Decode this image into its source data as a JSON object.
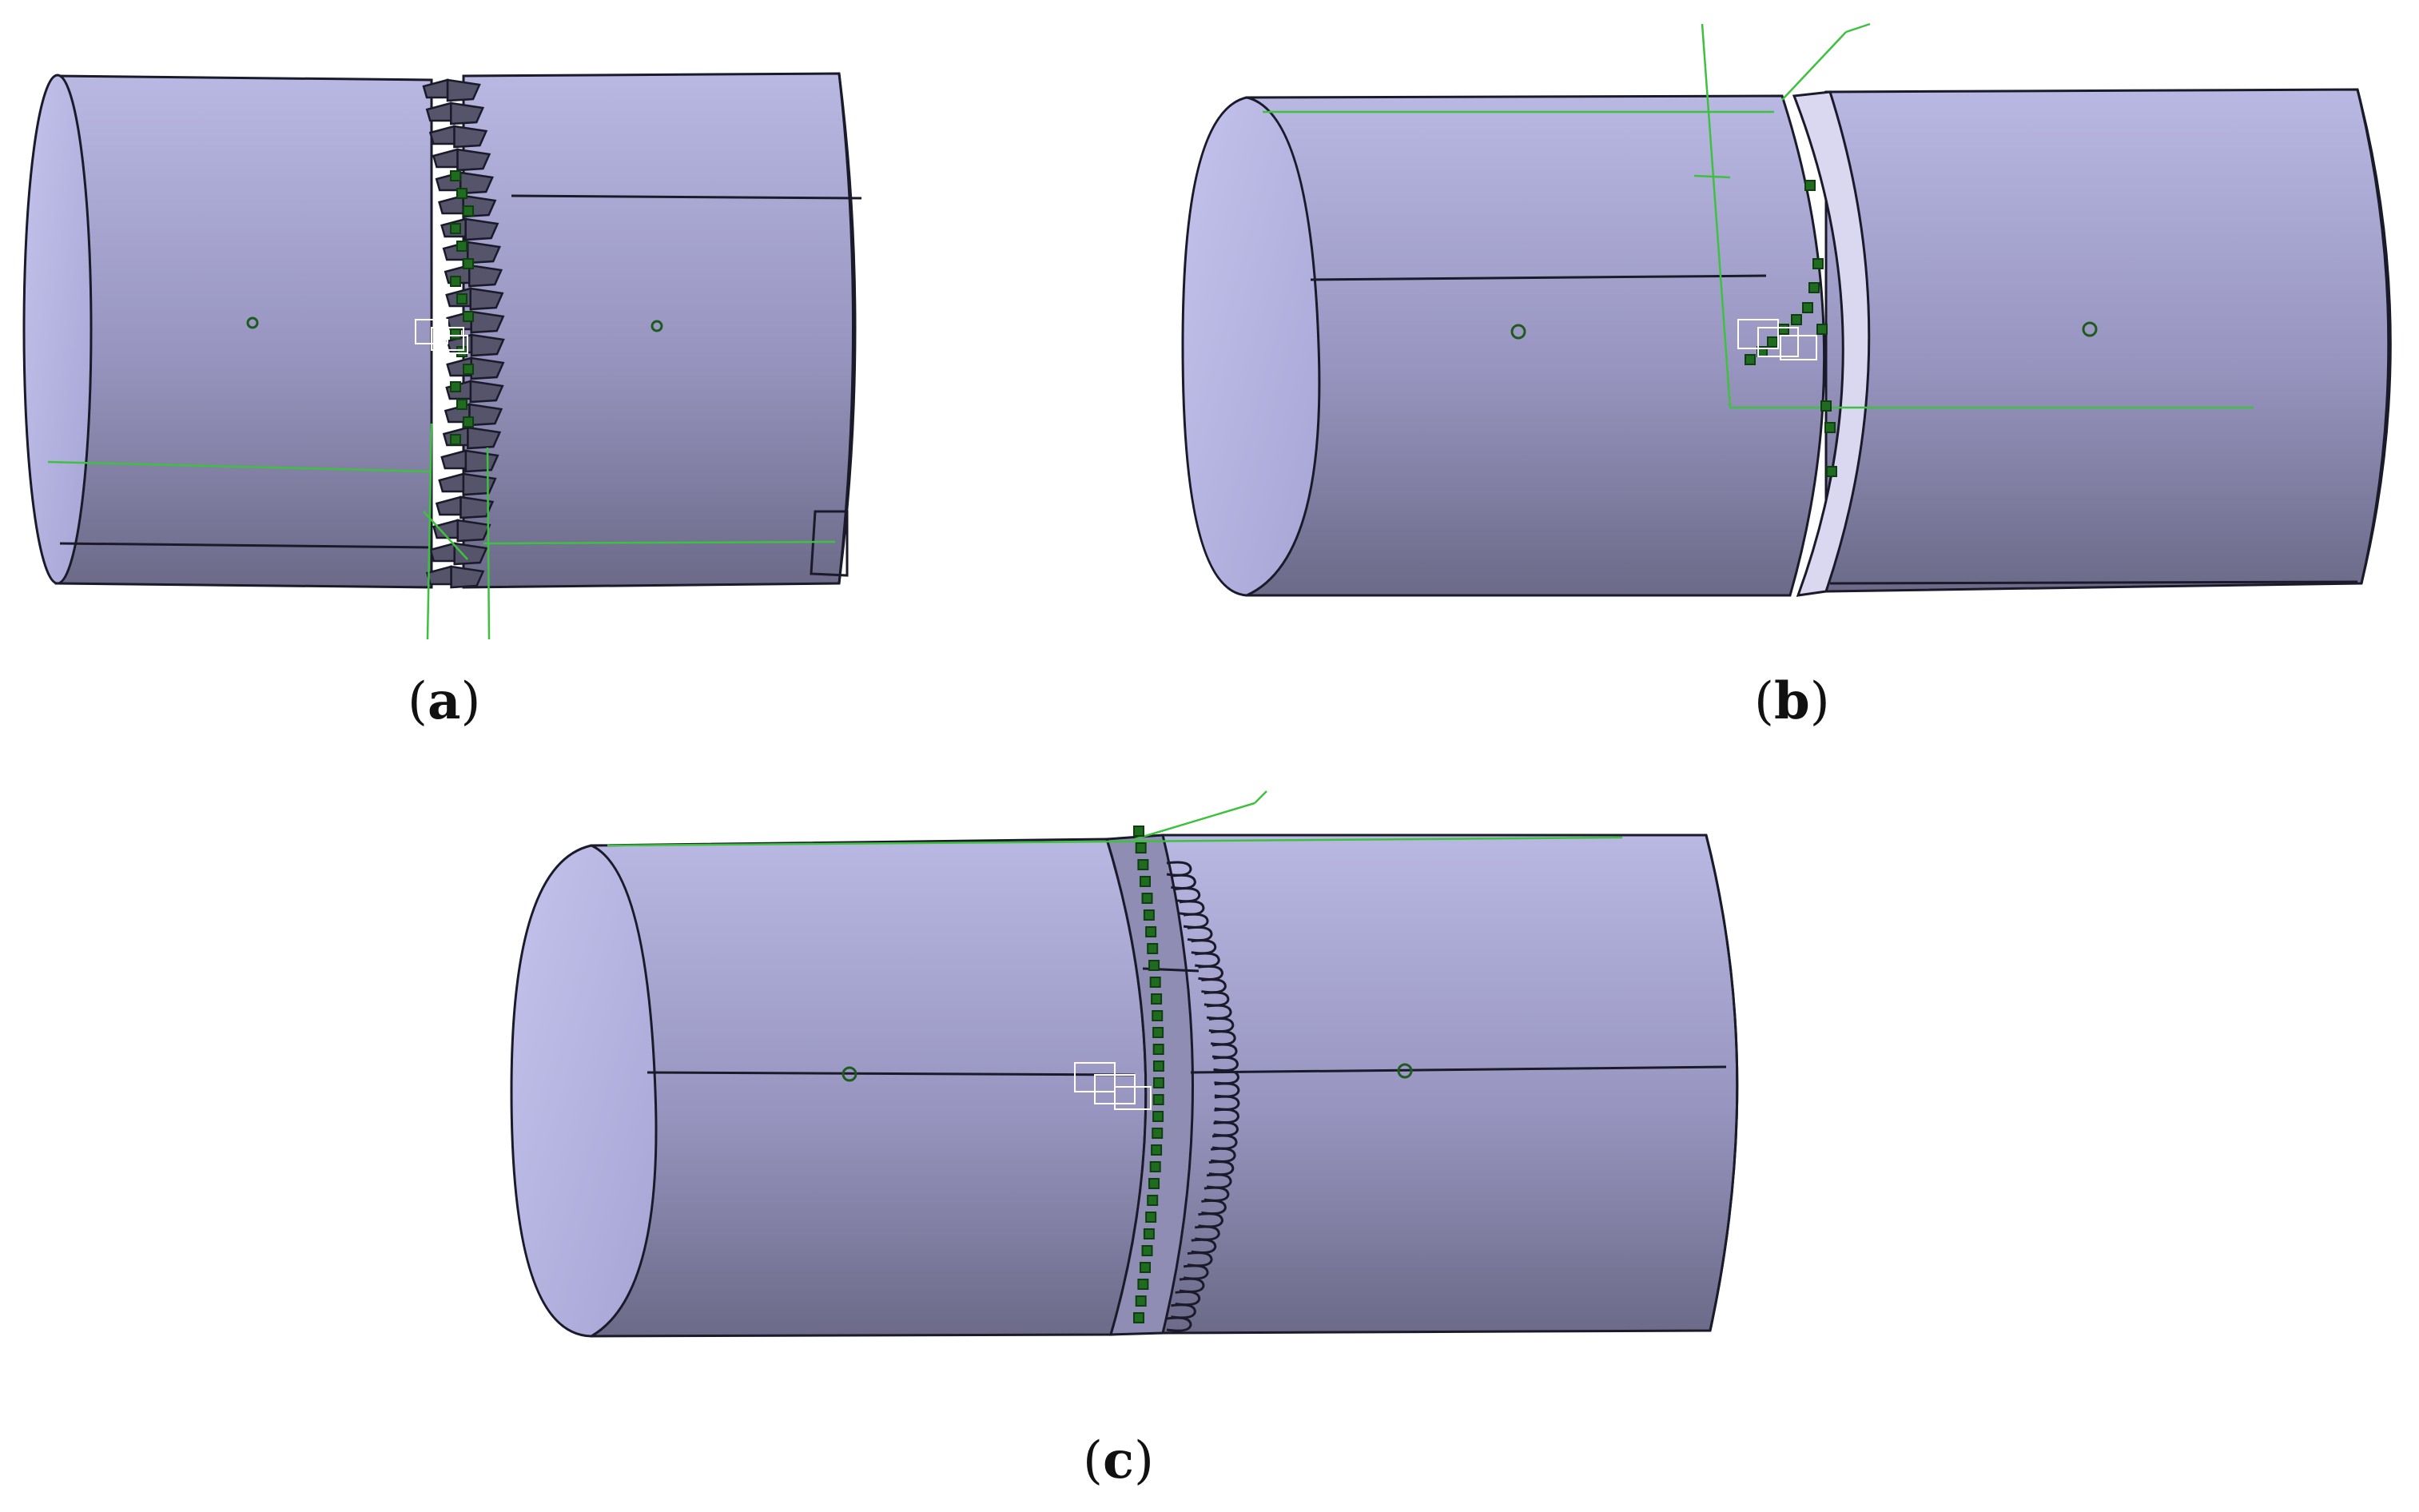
{
  "panels": [
    {
      "id": "a",
      "label": "a",
      "variant": "gear-left"
    },
    {
      "id": "b",
      "label": "b",
      "variant": "groove"
    },
    {
      "id": "c",
      "label": "c",
      "variant": "gear-right"
    }
  ],
  "colors": {
    "body_light": "#b6b6e0",
    "body_dark": "#6e6c8c",
    "edge": "#1a1a2a",
    "sketch_green": "#3ec13e",
    "marker_green": "#1f6b1f",
    "background": "#ffffff"
  },
  "icons": [
    "axis-point-icon",
    "constraint-marker-icon",
    "sketch-line-icon",
    "gear-tooth-icon"
  ]
}
